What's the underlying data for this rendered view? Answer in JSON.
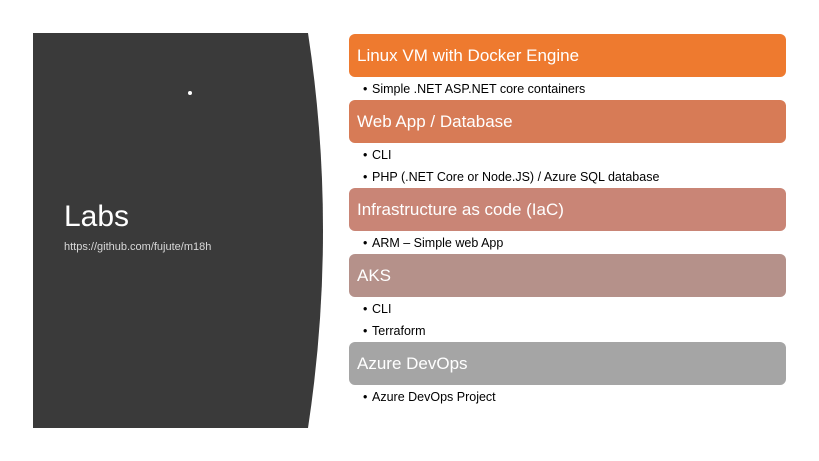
{
  "left_panel": {
    "title": "Labs",
    "url": "https://github.com/fujute/m18h",
    "background_color": "#3a3a3a"
  },
  "sections": [
    {
      "title": "Linux VM with Docker Engine",
      "color": "#ee7a2f",
      "bullets": [
        "Simple .NET ASP.NET core containers"
      ]
    },
    {
      "title": "Web App  / Database",
      "color": "#d77b56",
      "bullets": [
        "CLI",
        "PHP (.NET Core or Node.JS) / Azure SQL database"
      ]
    },
    {
      "title": "Infrastructure as code (IaC)",
      "color": "#c98576",
      "bullets": [
        "ARM – Simple web App"
      ]
    },
    {
      "title": "AKS",
      "color": "#b5918a",
      "bullets": [
        "CLI",
        "Terraform"
      ]
    },
    {
      "title": "Azure DevOps",
      "color": "#a5a5a5",
      "bullets": [
        "Azure DevOps Project"
      ]
    }
  ],
  "bullet_symbol": "•"
}
